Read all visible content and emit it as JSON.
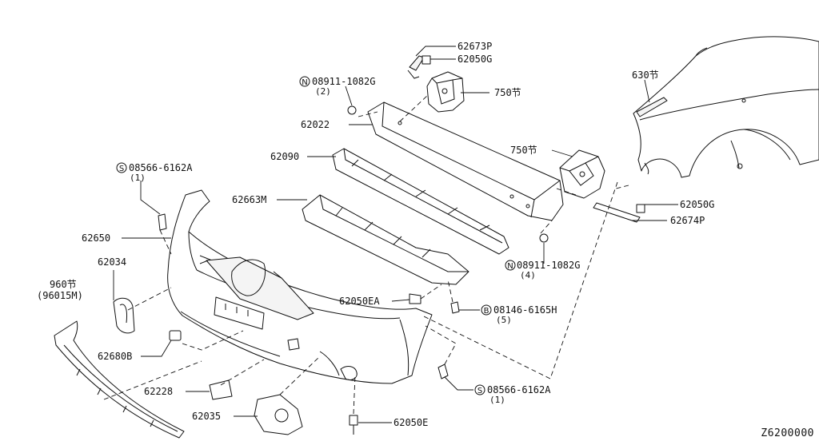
{
  "labels": {
    "p62673P": "62673P",
    "p62050G_top": "62050G",
    "p08911_top": "08911-1082G",
    "p08911_top_qty": "(2)",
    "p750_top": "750节",
    "p630": "630节",
    "p62022": "62022",
    "p62090": "62090",
    "p750_right": "750节",
    "p08566_top": "08566-6162A",
    "p08566_top_qty": "(1)",
    "p62663M": "62663M",
    "p62050G_right": "62050G",
    "p62674P": "62674P",
    "p62650": "62650",
    "p08911_right": "08911-1082G",
    "p08911_right_qty": "(4)",
    "p62034": "62034",
    "p960": "960节",
    "p96015M": "(96015M)",
    "p62050EA": "62050EA",
    "p08146": "08146-6165H",
    "p08146_qty": "(5)",
    "p62680B": "62680B",
    "p08566_bottom": "08566-6162A",
    "p08566_bottom_qty": "(1)",
    "p62228": "62228",
    "p62035": "62035",
    "p62050E": "62050E",
    "diagram_code": "Z6200000"
  },
  "symbols": {
    "nut": "N",
    "screw": "S",
    "bolt": "B"
  },
  "colors": {
    "line": "#111111",
    "background": "#ffffff"
  }
}
